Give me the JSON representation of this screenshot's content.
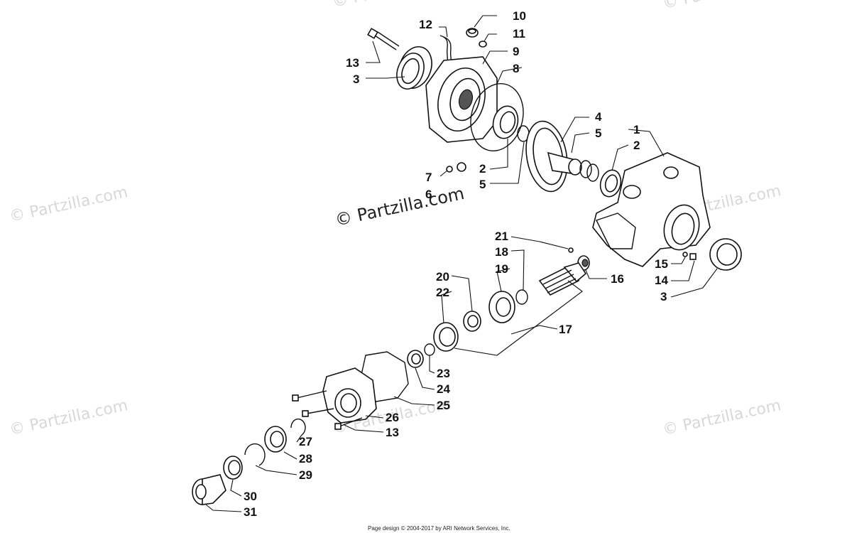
{
  "watermark_main": "© Partzilla.com",
  "watermark_faint": "© Partzilla.com",
  "footer": "Page design © 2004-2017 by ARI Network Services, Inc.",
  "callouts": [
    "10",
    "11",
    "12",
    "9",
    "13",
    "8",
    "3",
    "4",
    "5",
    "1",
    "2",
    "2",
    "5",
    "7",
    "6",
    "21",
    "18",
    "19",
    "20",
    "22",
    "15",
    "14",
    "3",
    "16",
    "17",
    "23",
    "24",
    "25",
    "26",
    "13",
    "27",
    "28",
    "29",
    "30",
    "31"
  ]
}
